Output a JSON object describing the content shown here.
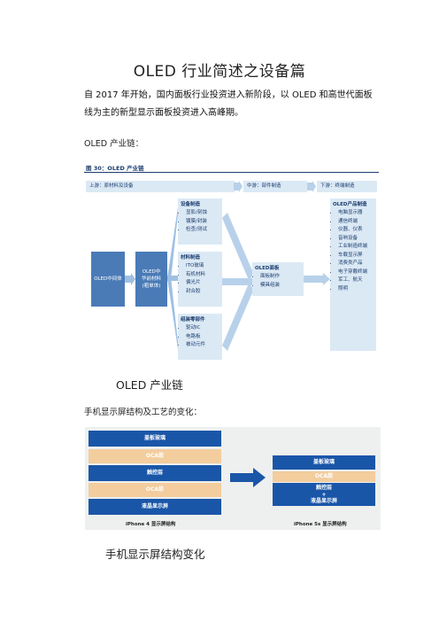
{
  "doc": {
    "title": "OLED  行业简述之设备篇",
    "para1_line1": "自  2017  年开始，国内面板行业投资进入新阶段，以  OLED  和高世代面板",
    "para1_line2": "线为主的新型显示面板投资进入高峰期。",
    "chain_label": "OLED  产业链：",
    "fig1_caption": "OLED 产业链",
    "screen_label": "手机显示屏结构及工艺的变化：",
    "fig2_caption": "手机显示屏结构变化"
  },
  "fig1": {
    "title": "图 30：OLED 产业链",
    "stages": [
      "上游：原材料及设备",
      "中游：部件制造",
      "下游：终端制造"
    ],
    "source": "OLED中间体",
    "mid": "OLED中\n华前材料\n(粗单体)",
    "groups": [
      {
        "title": "设备制造",
        "items": [
          "显影/刻蚀",
          "镀膜/封装",
          "检查/测试"
        ]
      },
      {
        "title": "材料制造",
        "items": [
          "ITO玻璃",
          "有机材料",
          "偏光片",
          "封合胶"
        ]
      },
      {
        "title": "组装零部件",
        "items": [
          "驱动IC",
          "电路板",
          "被动元件"
        ]
      }
    ],
    "panel": {
      "title": "OLED面板",
      "items": [
        "面板制作",
        "模具组装"
      ]
    },
    "products": {
      "title": "OLED产品制造",
      "items": [
        "电脑显示器",
        "通信终端",
        "仪器、仪表",
        "音响设备",
        "工业制造终端",
        "车载显示屏",
        "消费类产品",
        "电子穿戴终端",
        "军工、航天",
        "照明"
      ]
    }
  },
  "fig2": {
    "left_layers": [
      "盖板玻璃",
      "OCA胶",
      "触控层",
      "OCA胶",
      "液晶显示屏"
    ],
    "right_layers": [
      "盖板玻璃",
      "OCA胶",
      "触控层",
      "+",
      "液晶显示屏"
    ],
    "left_caption": "iPhone 4 显示屏结构",
    "right_caption": "iPhone 5s 显示屏结构"
  }
}
